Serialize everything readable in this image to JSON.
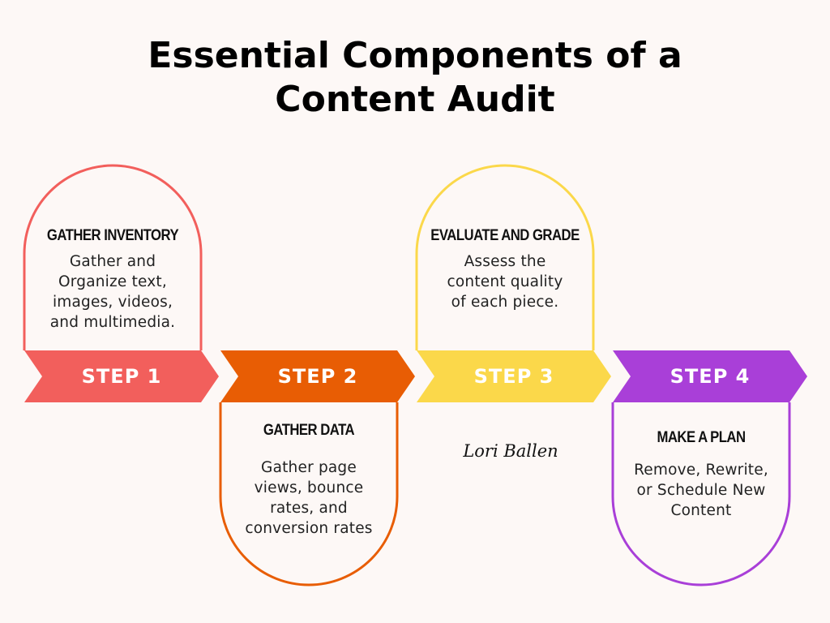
{
  "title": {
    "line1": "Essential Components of a",
    "line2": "Content Audit"
  },
  "steps": [
    {
      "label": "STEP 1",
      "heading": "GATHER INVENTORY",
      "body": [
        "Gather and",
        "Organize text,",
        "images, videos,",
        "and multimedia."
      ],
      "color": "#f25f5c"
    },
    {
      "label": "STEP 2",
      "heading": "GATHER DATA",
      "body": [
        "Gather page",
        "views, bounce",
        "rates, and",
        "conversion rates"
      ],
      "color": "#e85d04"
    },
    {
      "label": "STEP 3",
      "heading": "EVALUATE AND GRADE",
      "body": [
        "Assess the",
        "content quality",
        "of each piece."
      ],
      "color": "#fbd84a"
    },
    {
      "label": "STEP 4",
      "heading": "MAKE A PLAN",
      "body": [
        "Remove, Rewrite,",
        "or Schedule New",
        "Content"
      ],
      "color": "#a93fd8"
    }
  ],
  "signature": "Lori Ballen"
}
